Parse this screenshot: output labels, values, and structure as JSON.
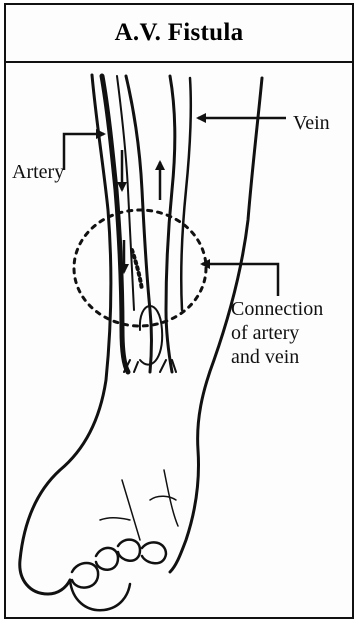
{
  "title": "A.V. Fistula",
  "labels": {
    "vein": "Vein",
    "artery": "Artery",
    "connection_line1": "Connection",
    "connection_line2": "of artery",
    "connection_line3": "and vein"
  },
  "colors": {
    "ink": "#111111",
    "background": "#ffffff"
  },
  "icons": [
    "arm-illustration",
    "arrow-icon",
    "flow-arrow-icon",
    "dashed-circle"
  ]
}
